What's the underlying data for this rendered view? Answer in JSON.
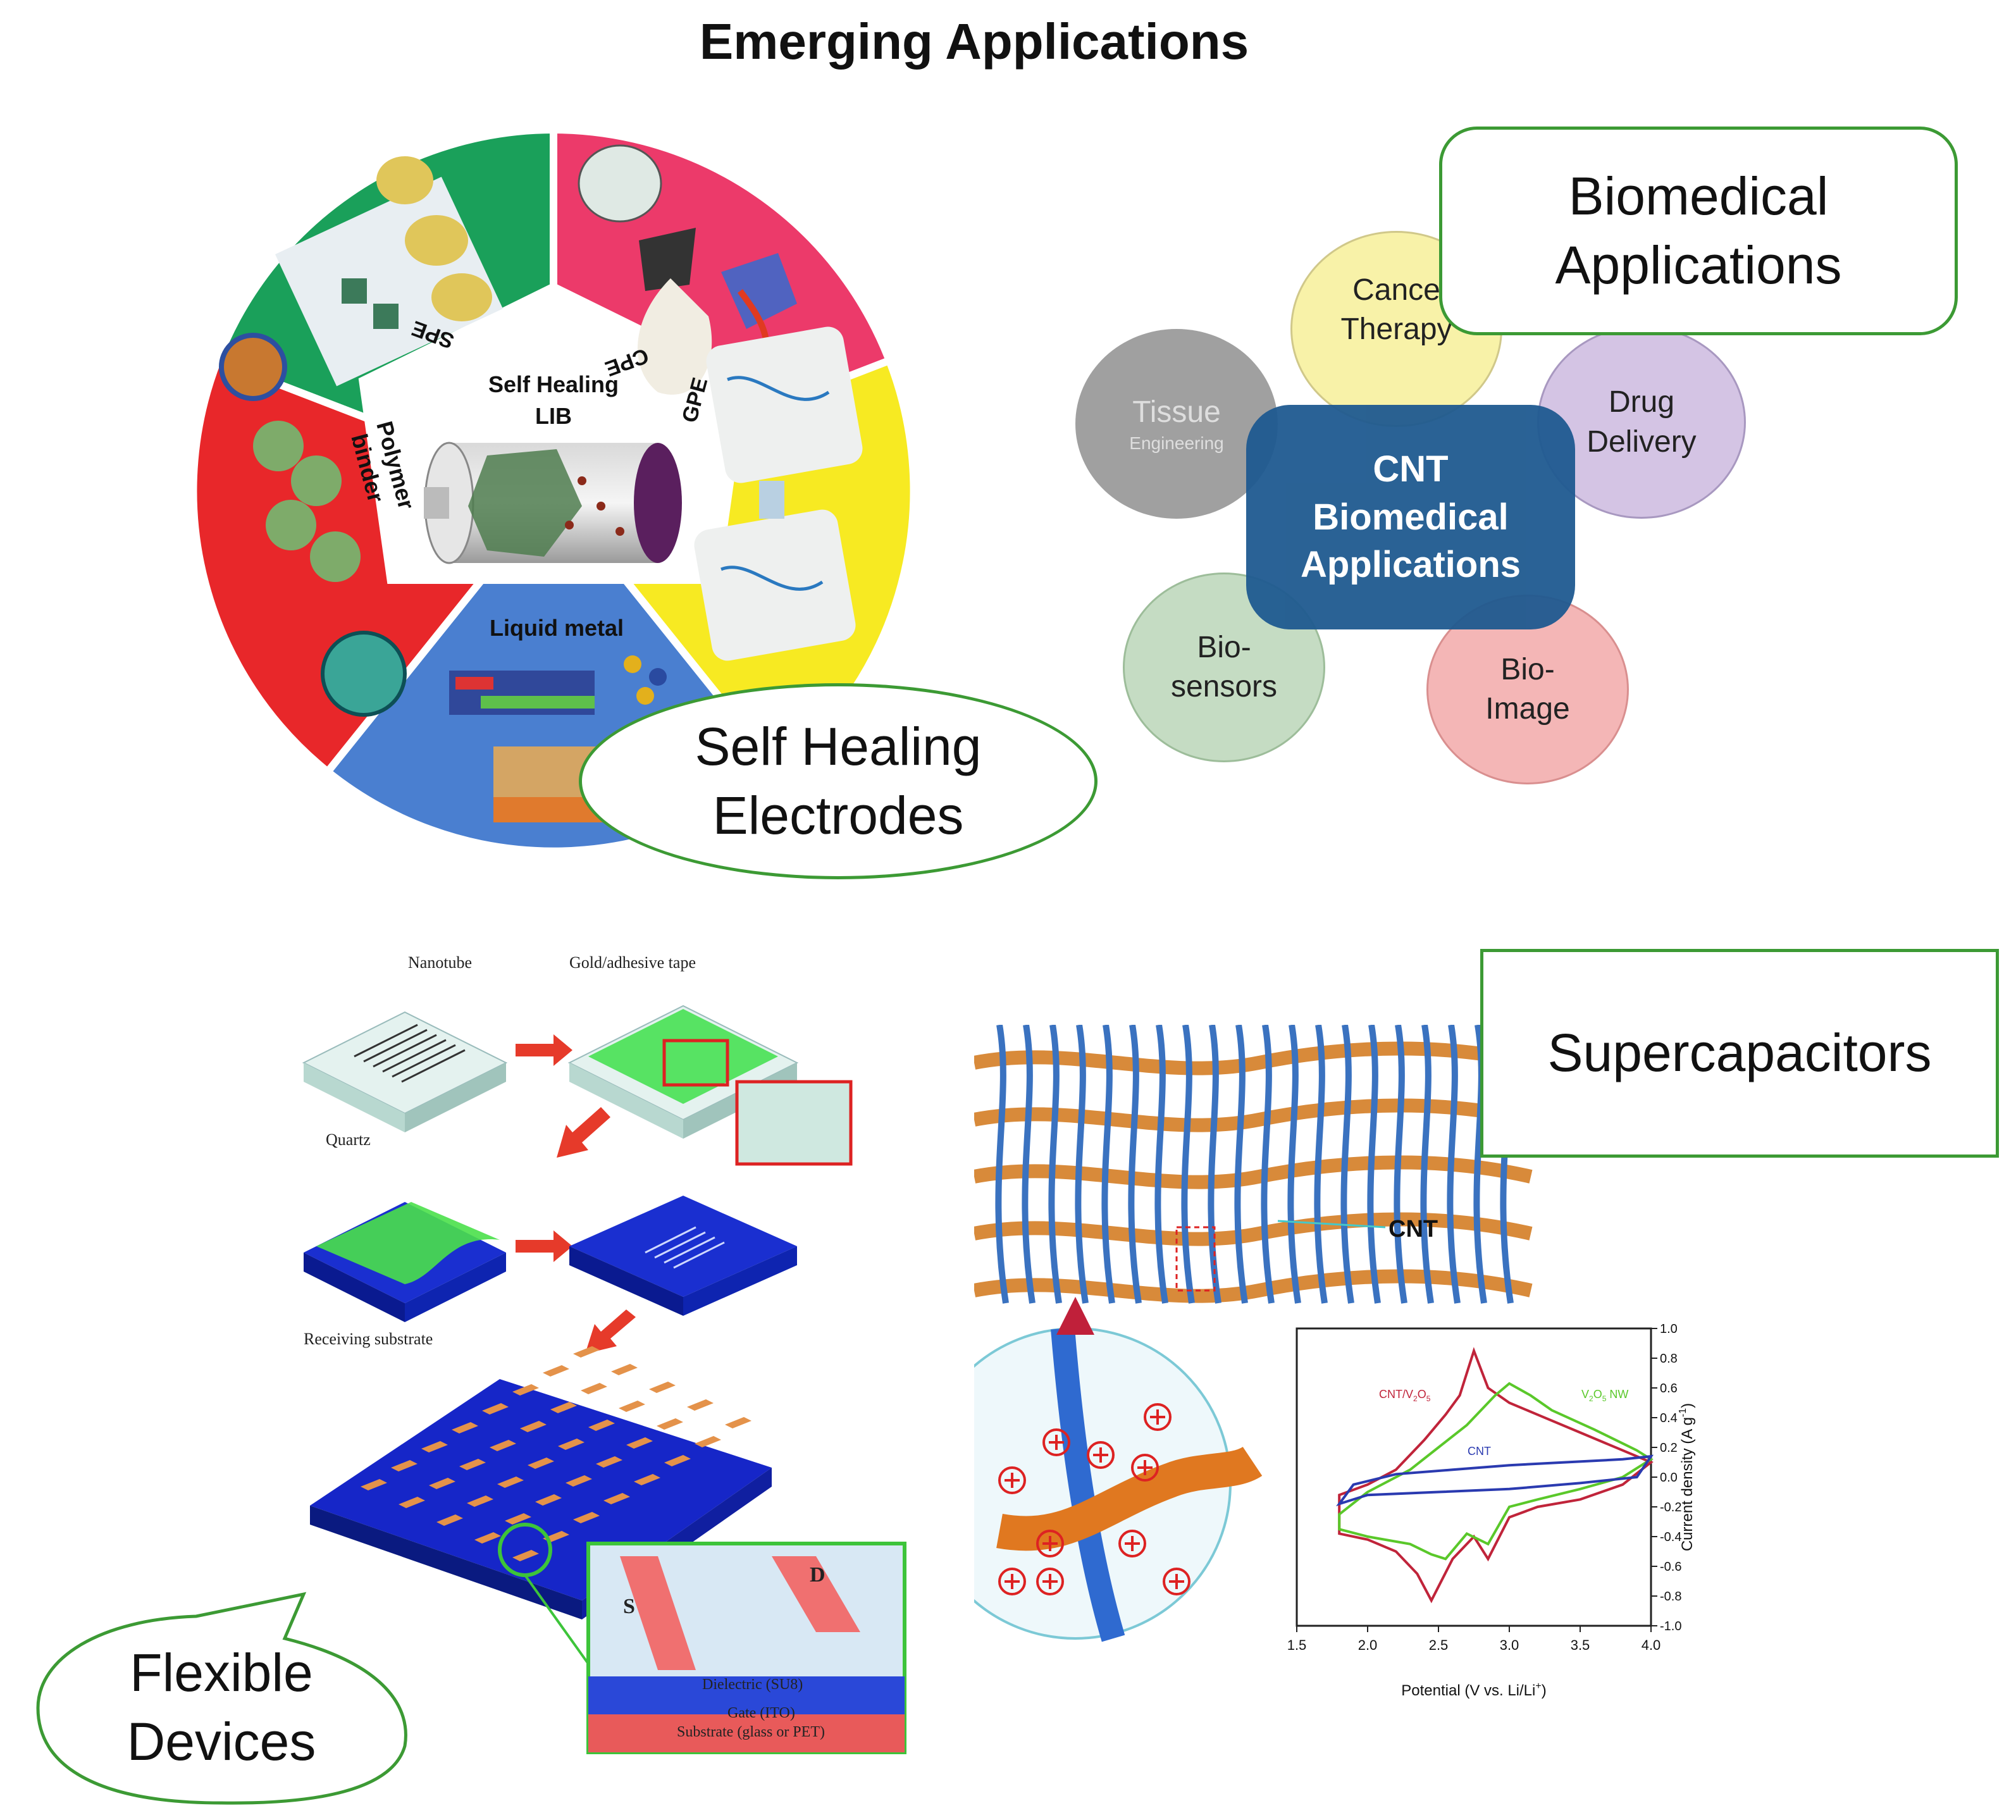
{
  "title": "Emerging Applications",
  "self_healing": {
    "callout": [
      "Self Healing",
      "Electrodes"
    ],
    "center": [
      "Self Healing",
      "LIB"
    ],
    "segments": {
      "spe": "SPE",
      "cpe": "CPE",
      "gpe": "GPE",
      "liquid_metal": "Liquid metal",
      "polymer_binder": [
        "Polymer",
        "binder"
      ]
    },
    "colors": {
      "spe": "#1aa05a",
      "cpe": "#ec3a6a",
      "gpe": "#f7ea22",
      "liquid": "#4a7fd0",
      "polymer": "#e8272a"
    }
  },
  "biomedical": {
    "callout": [
      "Biomedical",
      "Applications"
    ],
    "center": [
      "CNT",
      "Biomedical",
      "Applications"
    ],
    "circles": {
      "cancer": [
        "Cance",
        "Therapy"
      ],
      "tissue": [
        "Tissue",
        "Engineering"
      ],
      "drug": [
        "Drug",
        "Delivery"
      ],
      "biosensors": [
        "Bio-",
        "sensors"
      ],
      "bioimage": [
        "Bio-",
        "Image"
      ]
    }
  },
  "flexible": {
    "callout": [
      "Flexible",
      "Devices"
    ],
    "labels": {
      "nanotube": "Nanotube",
      "gold_tape": "Gold/adhesive tape",
      "quartz": "Quartz",
      "receiving": "Receiving substrate",
      "s": "S",
      "d": "D",
      "dielectric": "Dielectric (SU8)",
      "gate": "Gate (ITO)",
      "substrate": "Substrate (glass or PET)"
    }
  },
  "supercap": {
    "callout": "Supercapacitors",
    "cnt_label": "CNT",
    "chart_data": {
      "type": "line",
      "xlabel": "Potential (V vs. Li/Li",
      "xlabel_sup": "+",
      "xlabel_end": ")",
      "ylabel": "Current density (A g",
      "ylabel_sup": "-1",
      "ylabel_end": ")",
      "xlim": [
        1.5,
        4.0
      ],
      "ylim": [
        -1.0,
        1.0
      ],
      "x_ticks": [
        "1.5",
        "2.0",
        "2.5",
        "3.0",
        "3.5",
        "4.0"
      ],
      "y_ticks": [
        "1.0",
        "0.8",
        "0.6",
        "0.4",
        "0.2",
        "0.0",
        "-0.2",
        "-0.4",
        "-0.6",
        "-0.8",
        "-1.0"
      ],
      "series": [
        {
          "name": "CNT/V2O5",
          "color": "#c0243a",
          "upper": [
            [
              1.8,
              -0.12
            ],
            [
              2.0,
              -0.05
            ],
            [
              2.2,
              0.05
            ],
            [
              2.4,
              0.25
            ],
            [
              2.55,
              0.42
            ],
            [
              2.65,
              0.55
            ],
            [
              2.75,
              0.85
            ],
            [
              2.85,
              0.6
            ],
            [
              3.0,
              0.5
            ],
            [
              3.2,
              0.42
            ],
            [
              3.5,
              0.3
            ],
            [
              3.8,
              0.18
            ],
            [
              4.0,
              0.1
            ]
          ],
          "lower": [
            [
              4.0,
              0.1
            ],
            [
              3.8,
              -0.05
            ],
            [
              3.5,
              -0.15
            ],
            [
              3.2,
              -0.2
            ],
            [
              3.0,
              -0.27
            ],
            [
              2.85,
              -0.55
            ],
            [
              2.75,
              -0.4
            ],
            [
              2.6,
              -0.55
            ],
            [
              2.45,
              -0.83
            ],
            [
              2.35,
              -0.65
            ],
            [
              2.2,
              -0.5
            ],
            [
              2.0,
              -0.42
            ],
            [
              1.8,
              -0.38
            ]
          ]
        },
        {
          "name": "V2O5 NW",
          "color": "#5ac82a",
          "upper": [
            [
              1.8,
              -0.25
            ],
            [
              2.0,
              -0.1
            ],
            [
              2.3,
              0.05
            ],
            [
              2.5,
              0.2
            ],
            [
              2.7,
              0.35
            ],
            [
              2.9,
              0.55
            ],
            [
              3.0,
              0.63
            ],
            [
              3.15,
              0.55
            ],
            [
              3.3,
              0.45
            ],
            [
              3.6,
              0.32
            ],
            [
              3.9,
              0.18
            ],
            [
              4.0,
              0.12
            ]
          ],
          "lower": [
            [
              4.0,
              0.12
            ],
            [
              3.8,
              0.0
            ],
            [
              3.5,
              -0.08
            ],
            [
              3.2,
              -0.15
            ],
            [
              3.0,
              -0.2
            ],
            [
              2.85,
              -0.45
            ],
            [
              2.7,
              -0.38
            ],
            [
              2.55,
              -0.55
            ],
            [
              2.45,
              -0.52
            ],
            [
              2.3,
              -0.45
            ],
            [
              2.0,
              -0.4
            ],
            [
              1.8,
              -0.35
            ]
          ]
        },
        {
          "name": "CNT",
          "color": "#2a3ab0",
          "upper": [
            [
              1.8,
              -0.18
            ],
            [
              1.9,
              -0.05
            ],
            [
              2.2,
              0.02
            ],
            [
              2.6,
              0.05
            ],
            [
              3.0,
              0.08
            ],
            [
              3.4,
              0.1
            ],
            [
              3.8,
              0.12
            ],
            [
              4.0,
              0.14
            ]
          ],
          "lower": [
            [
              4.0,
              0.14
            ],
            [
              3.9,
              0.0
            ],
            [
              3.5,
              -0.04
            ],
            [
              3.0,
              -0.08
            ],
            [
              2.5,
              -0.1
            ],
            [
              2.0,
              -0.12
            ],
            [
              1.8,
              -0.18
            ]
          ]
        }
      ],
      "legend": {
        "cntv2o5": "CNT/V",
        "cntv2o5_sub1": "2",
        "cntv2o5_mid": "O",
        "cntv2o5_sub2": "5",
        "v2o5": "V",
        "v2o5_sub1": "2",
        "v2o5_mid": "O",
        "v2o5_sub2": "5",
        "v2o5_end": " NW",
        "cnt": "CNT"
      }
    }
  }
}
